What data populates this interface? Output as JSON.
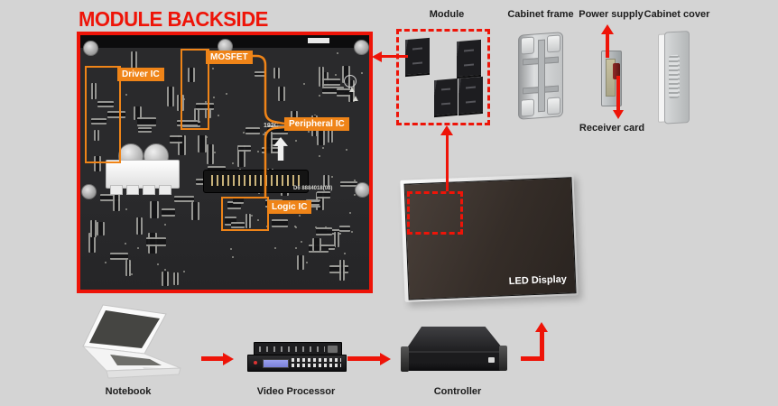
{
  "title": {
    "text": "MODULE BACKSIDE"
  },
  "colors": {
    "accent_red": "#ee1408",
    "label_orange": "#ef8418",
    "background": "#d4d4d4",
    "label_text": "#1c1c1c"
  },
  "pcb": {
    "labels": {
      "driver_ic": "Driver IC",
      "mosfet": "MOSFET",
      "peripheral_ic": "Peripheral IC",
      "logic_ic": "Logic IC"
    },
    "silkscreen_1": "192C",
    "silkscreen_2": "D6 8884018(08)"
  },
  "components": {
    "module": {
      "label": "Module"
    },
    "cabinet_frame": {
      "label": "Cabinet frame"
    },
    "power_supply": {
      "label": "Power supply"
    },
    "receiver_card": {
      "label": "Receiver card"
    },
    "cabinet_cover": {
      "label": "Cabinet cover"
    },
    "led_display": {
      "label": "LED Display"
    },
    "notebook": {
      "label": "Notebook"
    },
    "video_processor": {
      "label": "Video Processor"
    },
    "controller": {
      "label": "Controller"
    }
  }
}
